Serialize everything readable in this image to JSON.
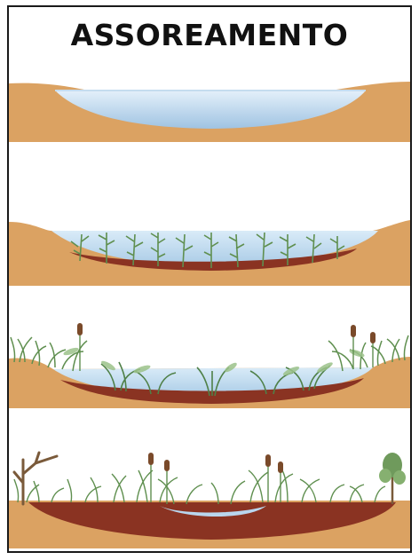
{
  "title": "ASSOREAMENTO",
  "colors": {
    "sand": "#dba262",
    "sand_dark": "#c98a4e",
    "water": "#b9d6ee",
    "water_light": "#e4f0fa",
    "silt": "#8a3322",
    "plant": "#5f8f4f",
    "plant_light": "#9cc28a",
    "reed_head": "#7a4a2a"
  },
  "stages": [
    {
      "name": "stage-1-open-lake"
    },
    {
      "name": "stage-2-submerged-plants"
    },
    {
      "name": "stage-3-emergent-vegetation"
    },
    {
      "name": "stage-4-filled-wetland"
    }
  ]
}
